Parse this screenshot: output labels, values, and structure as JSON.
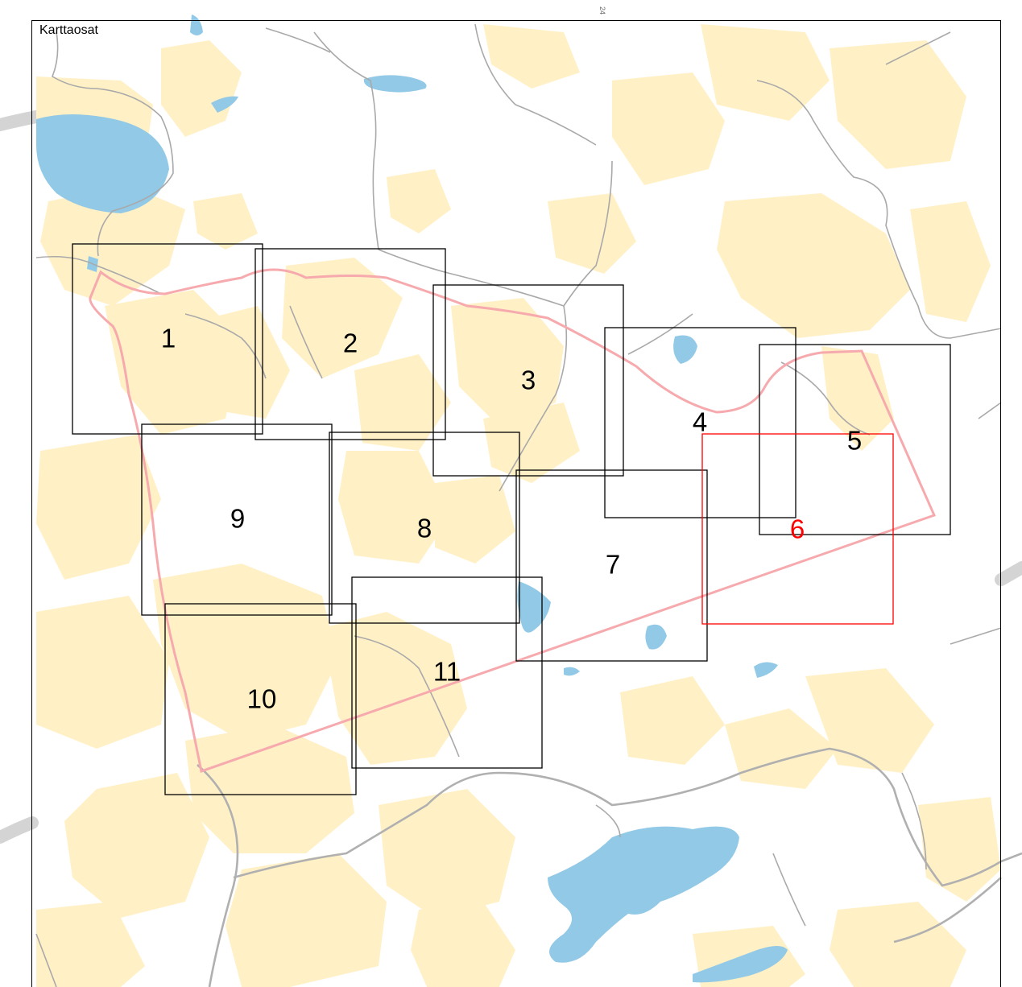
{
  "map": {
    "title": "Karttaosat",
    "grid_label": "24",
    "colors": {
      "water": "#92c9e6",
      "field": "#fff0c6",
      "road": "#a9a9a9",
      "major_road": "#c9c9c9",
      "boundary": "#f6aaae",
      "tile_border": "#000000",
      "selected_tile": "#ff0000"
    },
    "selected_tile": "6",
    "tiles": [
      {
        "label": "1"
      },
      {
        "label": "2"
      },
      {
        "label": "3"
      },
      {
        "label": "4"
      },
      {
        "label": "5"
      },
      {
        "label": "6"
      },
      {
        "label": "7"
      },
      {
        "label": "8"
      },
      {
        "label": "9"
      },
      {
        "label": "10"
      },
      {
        "label": "11"
      }
    ]
  }
}
